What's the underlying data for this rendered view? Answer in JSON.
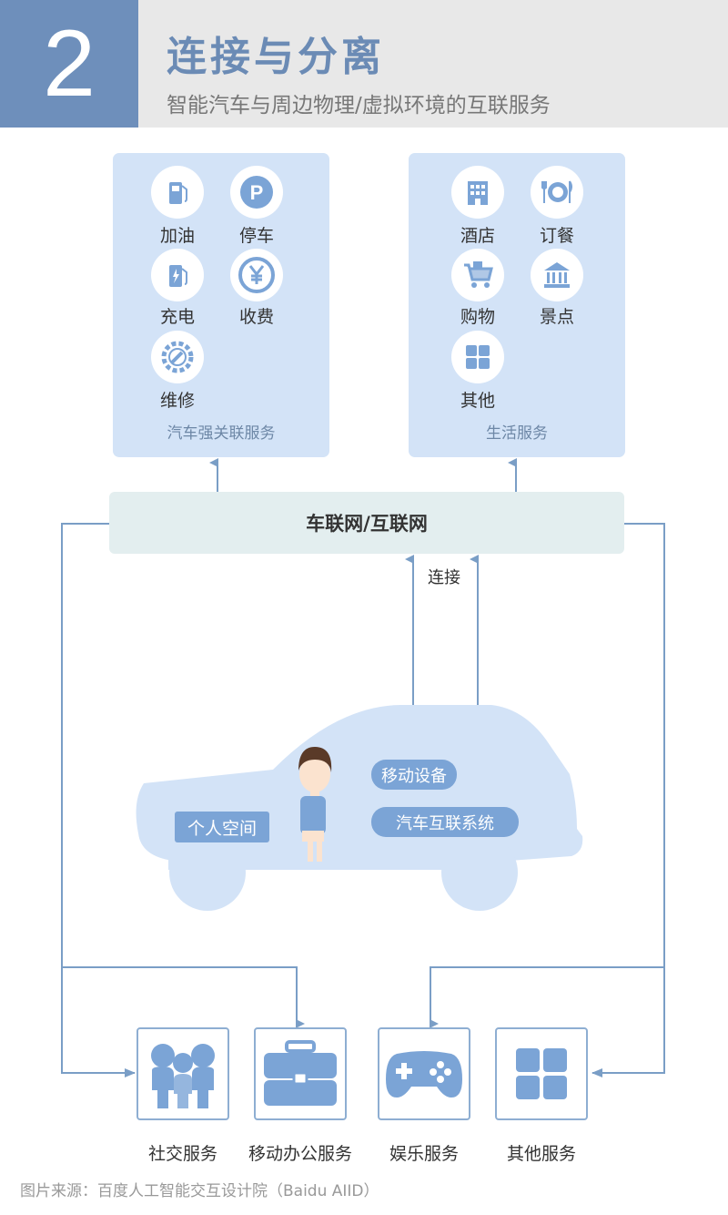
{
  "header": {
    "number": "2",
    "title": "连接与分离",
    "subtitle": "智能汽车与周边物理/虚拟环境的互联服务"
  },
  "panels": {
    "car": {
      "caption": "汽车强关联服务",
      "items": [
        {
          "label": "加油",
          "icon": "fuel-icon"
        },
        {
          "label": "停车",
          "icon": "parking-icon"
        },
        {
          "label": "充电",
          "icon": "charging-icon"
        },
        {
          "label": "收费",
          "icon": "yen-icon"
        },
        {
          "label": "维修",
          "icon": "repair-icon"
        }
      ]
    },
    "life": {
      "caption": "生活服务",
      "items": [
        {
          "label": "酒店",
          "icon": "hotel-icon"
        },
        {
          "label": "订餐",
          "icon": "dining-icon"
        },
        {
          "label": "购物",
          "icon": "cart-icon"
        },
        {
          "label": "景点",
          "icon": "landmark-icon"
        },
        {
          "label": "其他",
          "icon": "grid-icon"
        }
      ]
    }
  },
  "network": {
    "label": "车联网/互联网",
    "connect_label": "连接"
  },
  "car": {
    "space_label": "个人空间",
    "mobile_label": "移动设备",
    "system_label": "汽车互联系统"
  },
  "bottom": [
    {
      "label": "社交服务",
      "icon": "people-icon"
    },
    {
      "label": "移动办公服务",
      "icon": "briefcase-icon"
    },
    {
      "label": "娱乐服务",
      "icon": "gamepad-icon"
    },
    {
      "label": "其他服务",
      "icon": "grid-icon"
    }
  ],
  "footer": "图片来源：百度人工智能交互设计院（Baidu AIID）",
  "colors": {
    "accent": "#6e8fbb",
    "panel": "#d3e3f7",
    "icon": "#7ba4d6",
    "line": "#7a9ec6",
    "network_bar": "#e3eeef"
  }
}
